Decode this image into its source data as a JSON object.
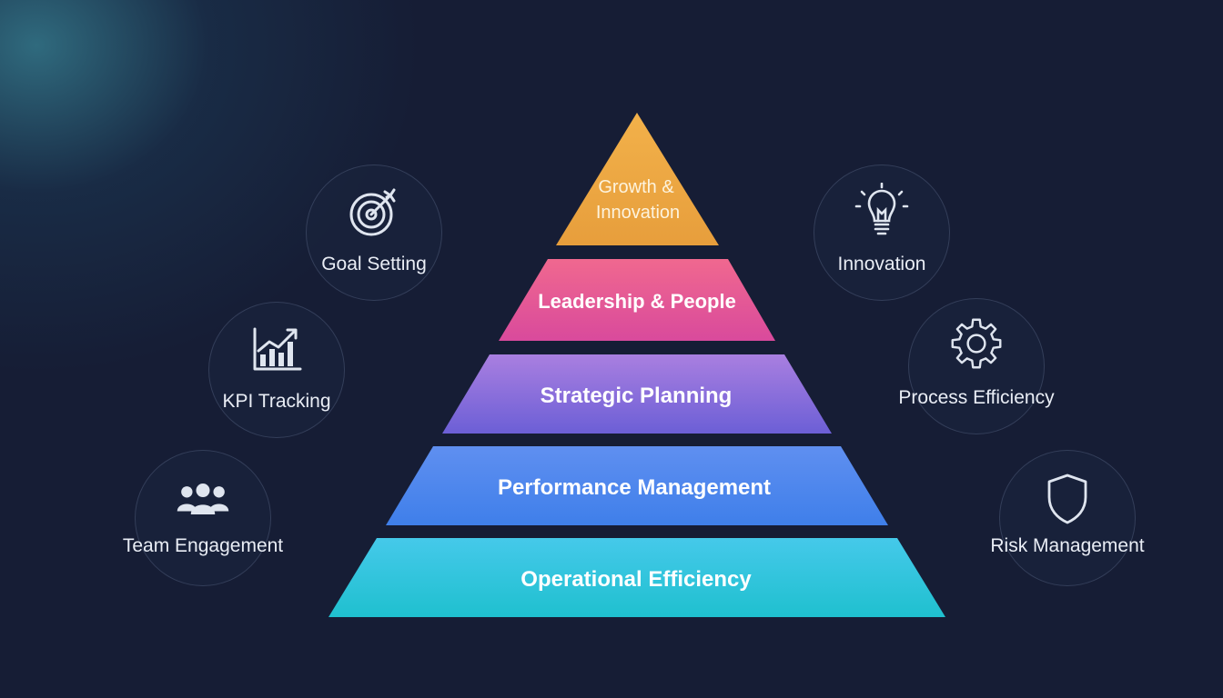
{
  "pyramid": {
    "tiers": [
      {
        "label_line1": "Growth &",
        "label_line2": "Innovation",
        "color_top": "#f2b14a",
        "color_bottom": "#e79e3c"
      },
      {
        "label": "Leadership & People",
        "color_top": "#f0688f",
        "color_bottom": "#d94a9c"
      },
      {
        "label": "Strategic Planning",
        "color_top": "#a97fe0",
        "color_bottom": "#6c5fd6"
      },
      {
        "label": "Performance Management",
        "color_top": "#5f8ff0",
        "color_bottom": "#3f7fea"
      },
      {
        "label": "Operational Efficiency",
        "color_top": "#45c9ea",
        "color_bottom": "#1fc0cf"
      }
    ]
  },
  "left_badges": [
    {
      "label": "Goal Setting",
      "icon": "target-arrow-icon"
    },
    {
      "label": "KPI Tracking",
      "icon": "bar-chart-trend-icon"
    },
    {
      "label": "Team Engagement",
      "icon": "people-group-icon"
    }
  ],
  "right_badges": [
    {
      "label": "Innovation",
      "icon": "lightbulb-icon"
    },
    {
      "label": "Process Efficiency",
      "icon": "gear-icon"
    },
    {
      "label": "Risk Management",
      "icon": "shield-icon"
    }
  ]
}
